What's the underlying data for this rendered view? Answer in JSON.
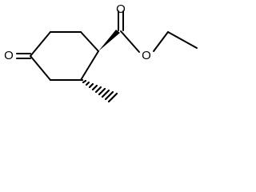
{
  "diagram": {
    "type": "skeletal-structure",
    "atoms": {
      "ester_carbonyl_oxygen": "O",
      "ester_ether_oxygen": "O",
      "ketone_oxygen": "O"
    },
    "colors": {
      "background": "#ffffff",
      "bond": "#000000",
      "label": "#000000"
    }
  }
}
